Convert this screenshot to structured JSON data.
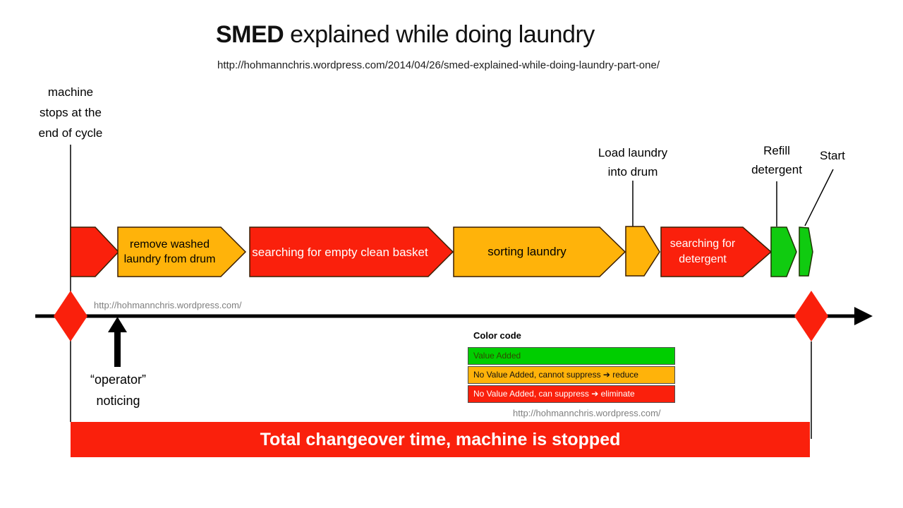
{
  "header": {
    "title_bold": "SMED",
    "title_rest": " explained while doing laundry",
    "subtitle_url": "http://hohmannchris.wordpress.com/2014/04/26/smed-explained-while-doing-laundry-part-one/"
  },
  "annotations": {
    "machine_stops": "machine\nstops at the\nend of cycle",
    "operator_noticing": "“operator”\nnoticing"
  },
  "process": {
    "steps": [
      {
        "label": "",
        "color": "red",
        "annotation": ""
      },
      {
        "label": "remove washed laundry from drum",
        "color": "orange",
        "annotation": ""
      },
      {
        "label": "searching for empty clean basket",
        "color": "red",
        "annotation": ""
      },
      {
        "label": "sorting laundry",
        "color": "orange",
        "annotation": ""
      },
      {
        "label": "",
        "color": "orange",
        "annotation": "Load laundry\ninto drum"
      },
      {
        "label": "searching for detergent",
        "color": "red",
        "annotation": ""
      },
      {
        "label": "",
        "color": "green",
        "annotation": "Refill\ndetergent"
      },
      {
        "label": "",
        "color": "green",
        "annotation": "Start"
      }
    ]
  },
  "timeline": {
    "url_label": "http://hohmannchris.wordpress.com/"
  },
  "legend": {
    "title": "Color code",
    "rows": [
      {
        "label": "Value Added",
        "color": "#00ce00"
      },
      {
        "label": "No Value Added, cannot suppress ➔ reduce",
        "color": "#ffb30a"
      },
      {
        "label": "No Value Added, can suppress ➔ eliminate",
        "color": "#fa200c"
      }
    ]
  },
  "footer": {
    "url_label": "http://hohmannchris.wordpress.com/",
    "banner_text": "Total changeover time, machine is stopped"
  },
  "colors": {
    "red": "#fa200c",
    "orange": "#ffb30a",
    "green": "#10cb10",
    "timeline": "#000000",
    "url_gray": "#7f7f7f"
  }
}
